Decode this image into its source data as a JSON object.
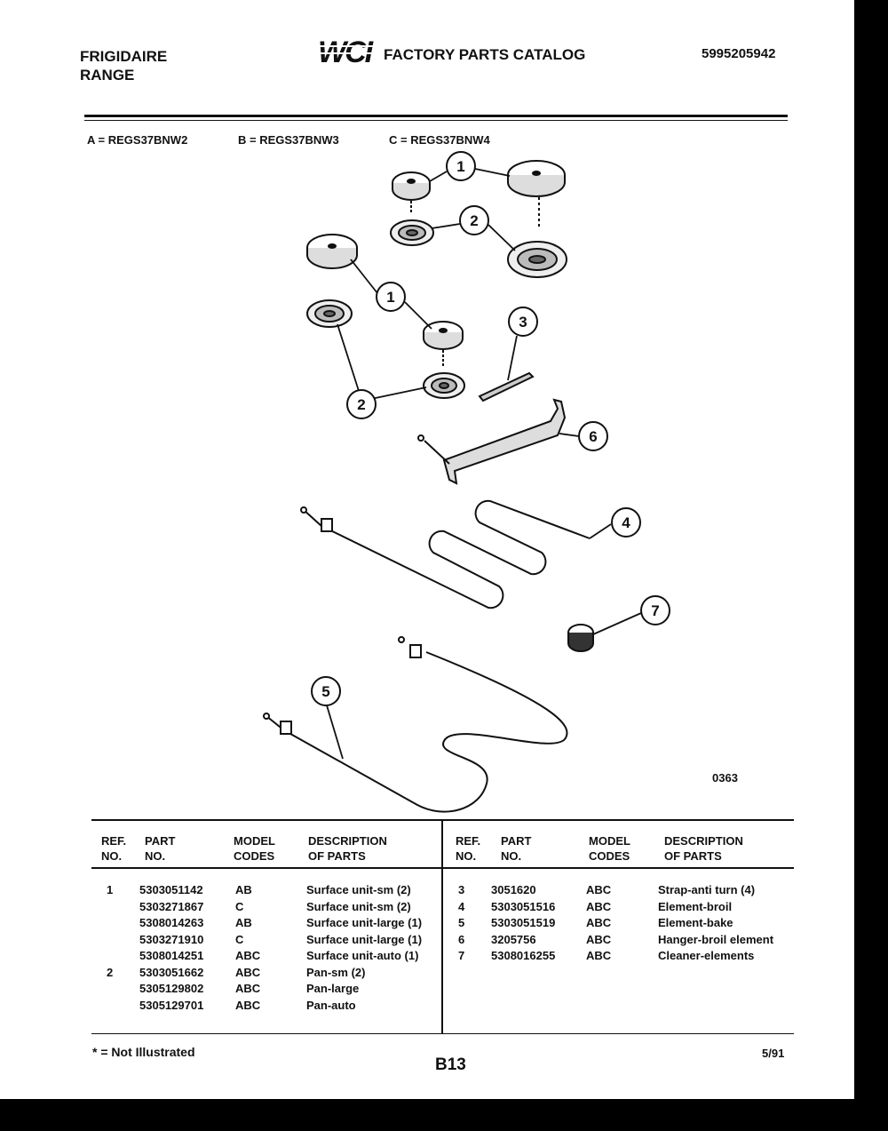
{
  "header": {
    "brand_line1": "FRIGIDAIRE",
    "brand_line2": "RANGE",
    "logo_text": "WCI",
    "catalog_title": "FACTORY PARTS CATALOG",
    "doc_number": "5995205942"
  },
  "models": [
    "A = REGS37BNW2",
    "B = REGS37BNW3",
    "C = REGS37BNW4"
  ],
  "figure_code": "0363",
  "callouts": [
    "1",
    "2",
    "1",
    "3",
    "2",
    "6",
    "4",
    "7",
    "5"
  ],
  "table": {
    "headers": {
      "ref_1": "REF.",
      "ref_2": "NO.",
      "part_1": "PART",
      "part_2": "NO.",
      "model_1": "MODEL",
      "model_2": "CODES",
      "desc_1": "DESCRIPTION",
      "desc_2": "OF PARTS"
    },
    "left_rows": [
      {
        "ref": "1",
        "part": "5303051142",
        "codes": "AB",
        "desc": "Surface unit-sm (2)"
      },
      {
        "ref": "",
        "part": "5303271867",
        "codes": "C",
        "desc": "Surface unit-sm (2)"
      },
      {
        "ref": "",
        "part": "5308014263",
        "codes": "AB",
        "desc": "Surface unit-large (1)"
      },
      {
        "ref": "",
        "part": "5303271910",
        "codes": "C",
        "desc": "Surface unit-large (1)"
      },
      {
        "ref": "",
        "part": "5308014251",
        "codes": "ABC",
        "desc": "Surface unit-auto (1)"
      },
      {
        "ref": "2",
        "part": "5303051662",
        "codes": "ABC",
        "desc": "Pan-sm (2)"
      },
      {
        "ref": "",
        "part": "5305129802",
        "codes": "ABC",
        "desc": "Pan-large"
      },
      {
        "ref": "",
        "part": "5305129701",
        "codes": "ABC",
        "desc": "Pan-auto"
      }
    ],
    "right_rows": [
      {
        "ref": "3",
        "part": "3051620",
        "codes": "ABC",
        "desc": "Strap-anti turn (4)"
      },
      {
        "ref": "4",
        "part": "5303051516",
        "codes": "ABC",
        "desc": "Element-broil"
      },
      {
        "ref": "5",
        "part": "5303051519",
        "codes": "ABC",
        "desc": "Element-bake"
      },
      {
        "ref": "6",
        "part": "3205756",
        "codes": "ABC",
        "desc": "Hanger-broil element"
      },
      {
        "ref": "7",
        "part": "5308016255",
        "codes": "ABC",
        "desc": "Cleaner-elements"
      }
    ]
  },
  "footer": {
    "not_illustrated": "* = Not Illustrated",
    "page": "B13",
    "date": "5/91"
  }
}
